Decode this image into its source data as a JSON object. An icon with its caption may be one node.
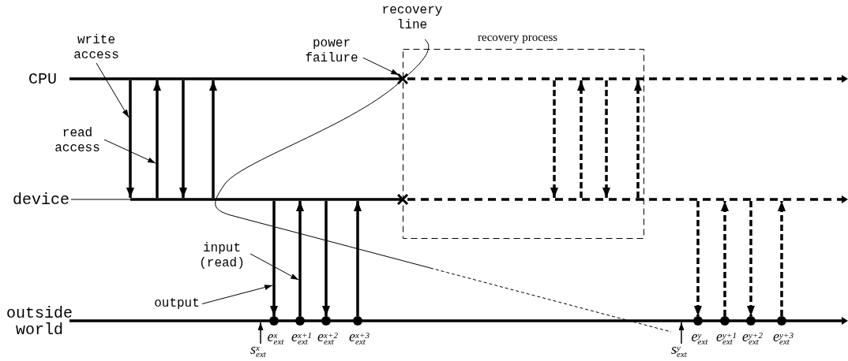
{
  "diagram": {
    "nodes": [
      {
        "text": [],
        "shape": "bar",
        "beside": [
          "CPU"
        ]
      },
      {
        "text": [],
        "shape": "bar",
        "beside": [
          "device"
        ]
      },
      {
        "text": [],
        "shape": "bar",
        "beside": [
          "outside world"
        ]
      },
      {
        "text": [
          "recovery process"
        ]
      },
      {
        "text": [],
        "shape": "cross"
      },
      {
        "text": [],
        "shape": "cross"
      },
      {
        "text": [],
        "shape": "circle",
        "beside": [
          "e$^{x}$$_{ext}$"
        ]
      },
      {
        "text": [],
        "shape": "circle",
        "beside": [
          "e$^{x+1}$$_{ext}$"
        ]
      },
      {
        "text": [],
        "shape": "circle",
        "beside": [
          "e$^{x+2}$$_{ext}$"
        ]
      },
      {
        "text": [],
        "shape": "circle",
        "beside": [
          "e$^{x+3}$$_{ext}$"
        ]
      },
      {
        "text": [],
        "shape": "circle",
        "beside": [
          "e$^{y}$$_{ext}$"
        ]
      },
      {
        "text": [],
        "shape": "circle",
        "beside": [
          "e$^{y+1}$$_{ext}$"
        ]
      },
      {
        "text": [],
        "shape": "circle",
        "beside": [
          "e$^{y+2}$$_{ext}$"
        ]
      },
      {
        "text": [],
        "shape": "circle",
        "beside": [
          "e$^{y+3}$$_{ext}$"
        ]
      },
      {
        "text": [
          "s$^{x}$$_{ext}$"
        ]
      },
      {
        "text": [
          "s$^{y}$$_{ext}$"
        ]
      },
      {
        "text": [
          "write access"
        ]
      },
      {
        "text": [
          "read access"
        ]
      },
      {
        "text": [
          "power failure"
        ]
      },
      {
        "text": [
          "input (read)"
        ]
      },
      {
        "text": [
          "output"
        ]
      }
    ],
    "edges": [
      {
        "from": 0,
        "to": 1,
        "arrow": "to"
      },
      {
        "from": 1,
        "to": 0,
        "arrow": "to"
      },
      {
        "from": 0,
        "to": 1,
        "arrow": "to"
      },
      {
        "from": 1,
        "to": 0,
        "arrow": "to"
      },
      {
        "from": 1,
        "to": 6,
        "arrow": "to"
      },
      {
        "from": 7,
        "to": 1,
        "arrow": "to"
      },
      {
        "from": 1,
        "to": 8,
        "arrow": "to"
      },
      {
        "from": 9,
        "to": 1,
        "arrow": "to"
      },
      {
        "from": 0,
        "to": 1,
        "arrow": "to",
        "style": "dashed"
      },
      {
        "from": 1,
        "to": 0,
        "arrow": "to",
        "style": "dashed"
      },
      {
        "from": 0,
        "to": 1,
        "arrow": "to",
        "style": "dashed"
      },
      {
        "from": 1,
        "to": 0,
        "arrow": "to",
        "style": "dashed"
      },
      {
        "from": 1,
        "to": 10,
        "arrow": "to",
        "style": "dashed"
      },
      {
        "from": 11,
        "to": 1,
        "arrow": "to",
        "style": "dashed"
      },
      {
        "from": 1,
        "to": 12,
        "arrow": "to",
        "style": "dashed"
      },
      {
        "from": 13,
        "to": 1,
        "arrow": "to",
        "style": "dashed"
      },
      {
        "from": 14,
        "to": 2,
        "arrow": "to"
      },
      {
        "from": 15,
        "to": 2,
        "arrow": "to"
      },
      {
        "from": 16,
        "to": null,
        "arrow": "to"
      },
      {
        "from": 17,
        "to": null,
        "arrow": "to"
      },
      {
        "from": 18,
        "to": 4,
        "arrow": "to"
      },
      {
        "from": 19,
        "to": null,
        "arrow": "to"
      },
      {
        "from": 20,
        "to": null,
        "arrow": "to"
      }
    ],
    "labels": [
      "recovery line"
    ]
  }
}
